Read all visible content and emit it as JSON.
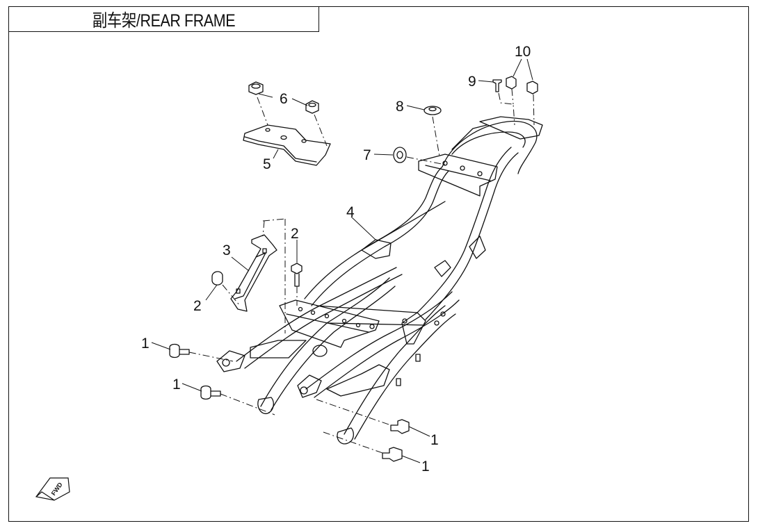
{
  "header": {
    "title": "副车架/REAR FRAME"
  },
  "callouts": [
    {
      "id": "c1a",
      "label": "1"
    },
    {
      "id": "c1b",
      "label": "1"
    },
    {
      "id": "c1c",
      "label": "1"
    },
    {
      "id": "c1d",
      "label": "1"
    },
    {
      "id": "c2a",
      "label": "2"
    },
    {
      "id": "c2b",
      "label": "2"
    },
    {
      "id": "c3",
      "label": "3"
    },
    {
      "id": "c4",
      "label": "4"
    },
    {
      "id": "c5",
      "label": "5"
    },
    {
      "id": "c6",
      "label": "6"
    },
    {
      "id": "c7",
      "label": "7"
    },
    {
      "id": "c8",
      "label": "8"
    },
    {
      "id": "c9",
      "label": "9"
    },
    {
      "id": "c10",
      "label": "10"
    }
  ],
  "direction_marker": {
    "label": "FWD"
  }
}
